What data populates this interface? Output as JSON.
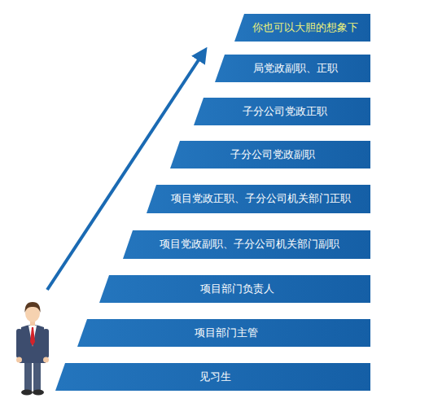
{
  "diagram": {
    "nodes": [
      {
        "text": [
          "你也可以大胆的想象下"
        ]
      },
      {
        "text": [
          "局党政副职、正职"
        ]
      },
      {
        "text": [
          "子分公司党政正职"
        ]
      },
      {
        "text": [
          "子分公司党政副职"
        ]
      },
      {
        "text": [
          "项目党政正职、子分公司机关部门正职"
        ]
      },
      {
        "text": [
          "项目党政副职、子分公司机关部门副职"
        ]
      },
      {
        "text": [
          "项目部门负责人"
        ]
      },
      {
        "text": [
          "项目部门主管"
        ]
      },
      {
        "text": [
          "见习生"
        ]
      }
    ]
  }
}
